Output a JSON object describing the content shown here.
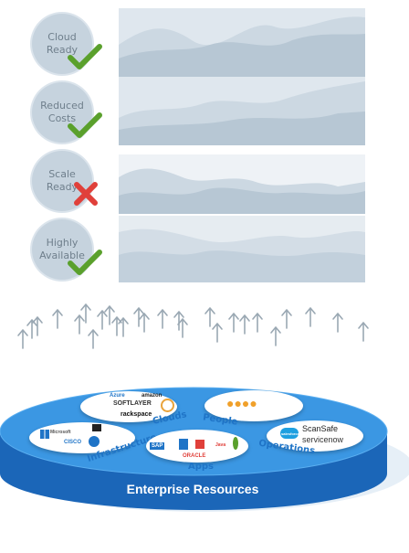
{
  "benefits": [
    {
      "label": "Cloud\nReady",
      "status": "check"
    },
    {
      "label": "Reduced\nCosts",
      "status": "check"
    },
    {
      "label": "Scale\nReady",
      "status": "cross"
    },
    {
      "label": "Highly\nAvailable",
      "status": "check"
    }
  ],
  "platform": {
    "base_label": "Enterprise Resources",
    "categories": {
      "clouds": "Clouds",
      "people": "People",
      "infrastructure": "Infrastructure",
      "apps": "Apps",
      "operations": "Operations"
    },
    "logos": {
      "azure": "Azure",
      "amazon": "amazon",
      "softlayer": "SOFTLAYER",
      "rackspace": "rackspace",
      "microsoft": "Microsoft",
      "cisco": "CISCO",
      "sap": "SAP",
      "oracle": "ORACLE",
      "java": "Java",
      "salesforce": "salesforce",
      "scansafe": "ScanSafe",
      "servicenow": "servicenow"
    }
  },
  "colors": {
    "circle": "#c6d3de",
    "wave": "#c9d5df",
    "check": "#5aa02c",
    "cross": "#e0403a",
    "platform_top": "#3b97e3",
    "platform_side": "#1b66b8",
    "arrow": "#9aa8b3"
  }
}
